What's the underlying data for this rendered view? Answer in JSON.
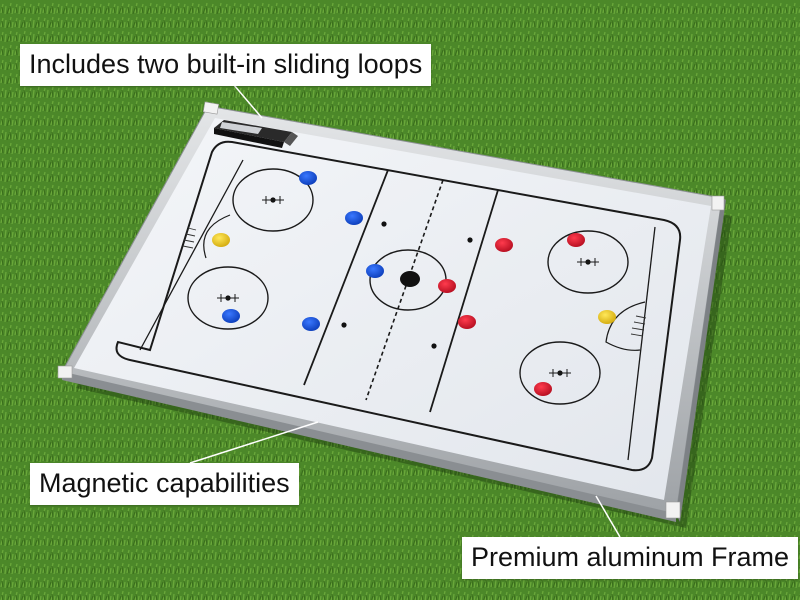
{
  "callouts": {
    "loops": "Includes two built-in sliding loops",
    "magnetic": "Magnetic capabilities",
    "frame": "Premium aluminum Frame"
  },
  "colors": {
    "grass": "#4f8a2a",
    "board": "#eef1f5",
    "frame": "#c9ccd0",
    "line": "#1a1a1a",
    "magnet_blue": "#1450e0",
    "magnet_red": "#e0152b",
    "magnet_yellow": "#f5d21a",
    "puck": "#111111"
  },
  "icons": {
    "marker": "dry-erase-marker-icon"
  }
}
